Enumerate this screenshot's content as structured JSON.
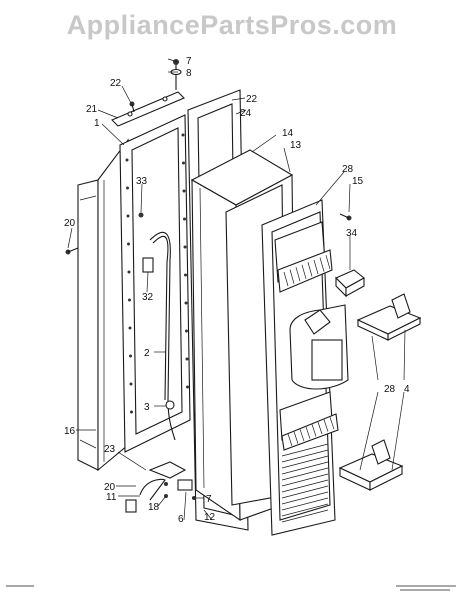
{
  "watermark": "AppliancePartsPros.com",
  "callouts": [
    {
      "id": "7a",
      "text": "7"
    },
    {
      "id": "8",
      "text": "8"
    },
    {
      "id": "22a",
      "text": "22"
    },
    {
      "id": "22b",
      "text": "22"
    },
    {
      "id": "21",
      "text": "21"
    },
    {
      "id": "24",
      "text": "24"
    },
    {
      "id": "1",
      "text": "1"
    },
    {
      "id": "14",
      "text": "14"
    },
    {
      "id": "13",
      "text": "13"
    },
    {
      "id": "28a",
      "text": "28"
    },
    {
      "id": "15",
      "text": "15"
    },
    {
      "id": "33",
      "text": "33"
    },
    {
      "id": "20a",
      "text": "20"
    },
    {
      "id": "34",
      "text": "34"
    },
    {
      "id": "32",
      "text": "32"
    },
    {
      "id": "2",
      "text": "2"
    },
    {
      "id": "28b",
      "text": "28"
    },
    {
      "id": "4",
      "text": "4"
    },
    {
      "id": "3",
      "text": "3"
    },
    {
      "id": "16",
      "text": "16"
    },
    {
      "id": "23",
      "text": "23"
    },
    {
      "id": "20b",
      "text": "20"
    },
    {
      "id": "11",
      "text": "11"
    },
    {
      "id": "7b",
      "text": "7"
    },
    {
      "id": "18",
      "text": "18"
    },
    {
      "id": "12",
      "text": "12"
    },
    {
      "id": "6",
      "text": "6"
    }
  ]
}
